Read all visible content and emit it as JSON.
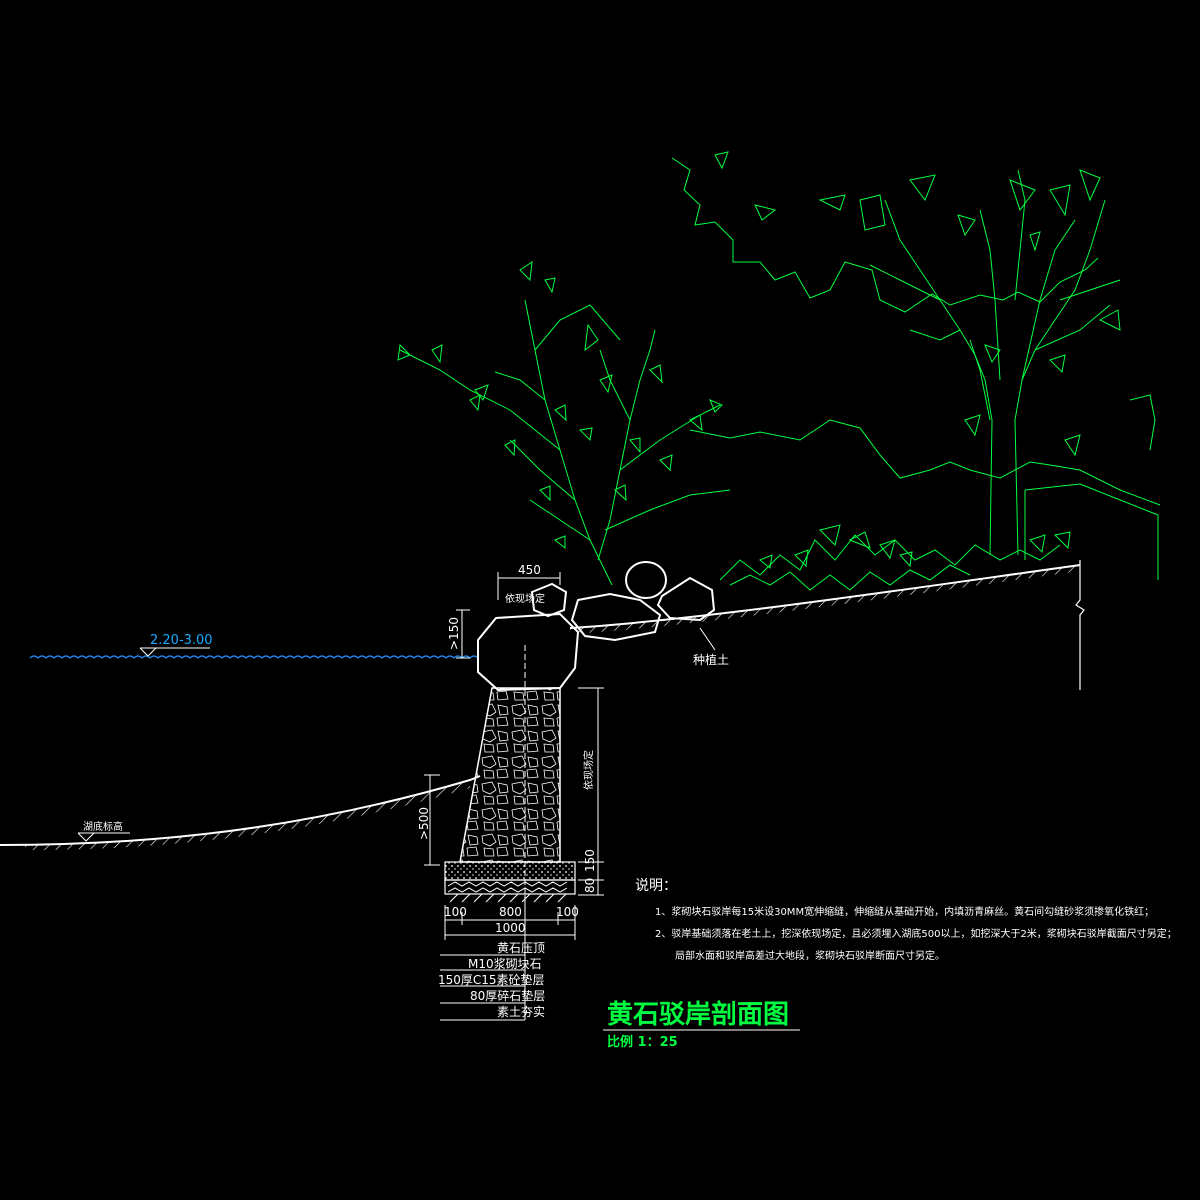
{
  "water": {
    "level_label": "2.20-3.00",
    "color": "#1e90ff"
  },
  "lake_bottom_label": "湖底标高",
  "labels": {
    "dim_450": "450",
    "per_site_top": "依现场定",
    "dim_150_top": ">150",
    "planting_soil": "种植土",
    "per_site_side": "依现场定",
    "dim_500": ">500",
    "dim_150_base": "150",
    "dim_80_base": "80"
  },
  "base_dims": {
    "left": "100",
    "mid": "800",
    "right": "100",
    "total": "1000"
  },
  "layers": [
    "黄石压顶",
    "M10浆砌块石",
    "150厚C15素砼垫层",
    "80厚碎石垫层",
    "素土夯实"
  ],
  "notes": {
    "heading": "说明：",
    "items": [
      "1、浆砌块石驳岸每15米设30MM宽伸缩缝，伸缩缝从基础开始，内填沥青麻丝。黄石间勾缝砂浆须掺氧化铁红；",
      "2、驳岸基础须落在老土上，挖深依现场定，且必须埋入湖底500以上，如挖深大于2米，浆砌块石驳岸截面尺寸另定；",
      "局部水面和驳岸高差过大地段，浆砌块石驳岸断面尺寸另定。"
    ]
  },
  "title": {
    "main": "黄石驳岸剖面图",
    "scale": "比例 1：25"
  },
  "colors": {
    "line": "#ffffff",
    "vegetation": "#00ff40",
    "background": "#000000"
  }
}
